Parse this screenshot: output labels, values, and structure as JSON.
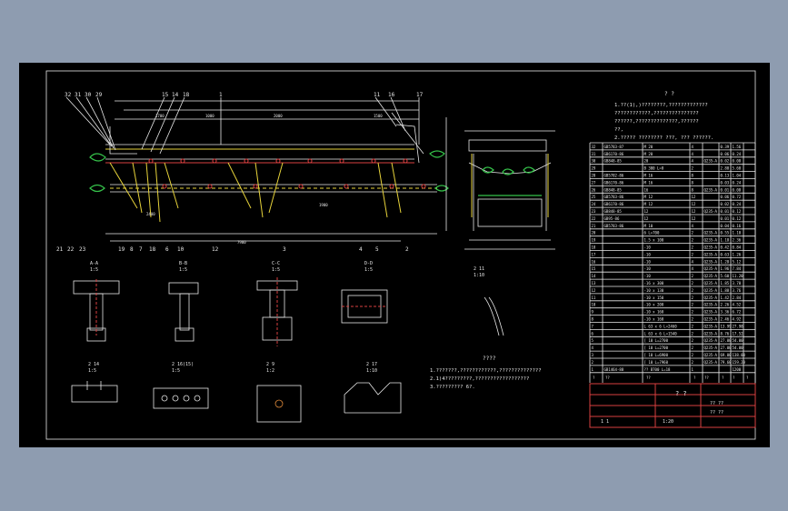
{
  "colors": {
    "background": "#8e9cb0",
    "canvas": "#000000",
    "line": "#e8e8e8",
    "yellow": "#e6d23a",
    "green": "#35c24a",
    "red": "#d94040",
    "cyan": "#38c9d6"
  },
  "balloons_top": [
    "32",
    "31",
    "30",
    "29",
    "15",
    "14",
    "18",
    "1",
    "11",
    "16",
    "17"
  ],
  "balloons_bottom": [
    "21",
    "22",
    "23",
    "19",
    "8",
    "7",
    "18",
    "6",
    "10",
    "12",
    "3",
    "4",
    "5",
    "2"
  ],
  "sections": [
    {
      "id": "sec-aa",
      "title": "A-A",
      "scale": "1:5"
    },
    {
      "id": "sec-bb",
      "title": "B-B",
      "scale": "1:5"
    },
    {
      "id": "sec-cc",
      "title": "C-C",
      "scale": "1:5"
    },
    {
      "id": "sec-dd",
      "title": "D-D",
      "scale": "1:5"
    },
    {
      "id": "det-11",
      "title": "2 11",
      "scale": "1:10"
    },
    {
      "id": "det-14",
      "title": "2 14",
      "scale": "1:5"
    },
    {
      "id": "det-16",
      "title": "2 16(15)",
      "scale": "1:5"
    },
    {
      "id": "det-9",
      "title": "2 9",
      "scale": "1:2"
    },
    {
      "id": "det-17",
      "title": "2 17",
      "scale": "1:10"
    }
  ],
  "notes_top": {
    "title": "? ?",
    "lines": [
      "1.??(1),)????????,?????????????",
      "????????????,???????????????",
      "??????,??????????????,??????",
      "??,",
      "2.?????  ????????  ???,  ???  ??????."
    ]
  },
  "notes_bottom": {
    "title": "????",
    "lines": [
      "1.???????,????????????,??????????????",
      "2.1)4?????????,??????????????????",
      "3.????????? 6?."
    ]
  },
  "dims_top": [
    "1700",
    "1000",
    "2000",
    "1500"
  ],
  "dims_bottom": [
    "7900",
    "2400",
    "1900"
  ],
  "bom_rows": [
    {
      "no": "32",
      "code": "GB5783-87",
      "name": "M 20",
      "qty": "4",
      "mat": "",
      "w": "0.39",
      "tw": "1.56",
      "note": ""
    },
    {
      "no": "31",
      "code": "GB6170-86",
      "name": "M 20",
      "qty": "4",
      "mat": "",
      "w": "0.06",
      "tw": "0.24",
      "note": ""
    },
    {
      "no": "30",
      "code": "GB848-85",
      "name": "20",
      "qty": "4",
      "mat": "Q235-A",
      "w": "0.02",
      "tw": "0.08",
      "note": ""
    },
    {
      "no": "29",
      "code": "",
      "name": "B 300  L=8",
      "qty": "2",
      "mat": "",
      "w": "2.80",
      "tw": "5.60",
      "note": ""
    },
    {
      "no": "28",
      "code": "GB5782-86",
      "name": "M 16",
      "qty": "8",
      "mat": "",
      "w": "0.13",
      "tw": "1.04",
      "note": ""
    },
    {
      "no": "27",
      "code": "GB6170-86",
      "name": "M 16",
      "qty": "8",
      "mat": "",
      "w": "0.03",
      "tw": "0.24",
      "note": ""
    },
    {
      "no": "26",
      "code": "GB848-85",
      "name": "16",
      "qty": "8",
      "mat": "Q235-A",
      "w": "0.01",
      "tw": "0.08",
      "note": ""
    },
    {
      "no": "25",
      "code": "GB5783-86",
      "name": "M 12",
      "qty": "12",
      "mat": "",
      "w": "0.06",
      "tw": "0.72",
      "note": ""
    },
    {
      "no": "24",
      "code": "GB6170-86",
      "name": "M 12",
      "qty": "12",
      "mat": "",
      "w": "0.02",
      "tw": "0.24",
      "note": ""
    },
    {
      "no": "23",
      "code": "GB848-85",
      "name": "12",
      "qty": "12",
      "mat": "Q235-A",
      "w": "0.01",
      "tw": "0.12",
      "note": ""
    },
    {
      "no": "22",
      "code": "GB95-86",
      "name": "12",
      "qty": "12",
      "mat": "",
      "w": "0.01",
      "tw": "0.12",
      "note": ""
    },
    {
      "no": "21",
      "code": "GB5783-86",
      "name": "M 10",
      "qty": "4",
      "mat": "",
      "w": "0.04",
      "tw": "0.16",
      "note": ""
    },
    {
      "no": "20",
      "code": "",
      "name": "6  L=700",
      "qty": "2",
      "mat": "Q235-A",
      "w": "0.55",
      "tw": "1.10",
      "note": ""
    },
    {
      "no": "19",
      "code": "",
      "name": "1.5 x 100",
      "qty": "2",
      "mat": "Q235-A",
      "w": "1.18",
      "tw": "2.36",
      "note": ""
    },
    {
      "no": "18",
      "code": "",
      "name": "-10",
      "qty": "2",
      "mat": "Q235-A",
      "w": "0.42",
      "tw": "0.84",
      "note": ""
    },
    {
      "no": "17",
      "code": "",
      "name": "-10",
      "qty": "2",
      "mat": "Q235-A",
      "w": "0.63",
      "tw": "1.26",
      "note": ""
    },
    {
      "no": "16",
      "code": "",
      "name": "-10",
      "qty": "4",
      "mat": "Q235-A",
      "w": "1.28",
      "tw": "5.12",
      "note": ""
    },
    {
      "no": "15",
      "code": "",
      "name": "-10",
      "qty": "4",
      "mat": "Q235-A",
      "w": "1.96",
      "tw": "7.84",
      "note": ""
    },
    {
      "no": "14",
      "code": "",
      "name": "-10",
      "qty": "2",
      "mat": "Q235-A",
      "w": "5.60",
      "tw": "11.20",
      "note": ""
    },
    {
      "no": "13",
      "code": "",
      "name": "-16 x 300",
      "qty": "2",
      "mat": "Q235-A",
      "w": "1.85",
      "tw": "3.70",
      "note": ""
    },
    {
      "no": "12",
      "code": "",
      "name": "-10 x 130",
      "qty": "2",
      "mat": "Q235-A",
      "w": "1.88",
      "tw": "3.76",
      "note": ""
    },
    {
      "no": "11",
      "code": "",
      "name": "-10 x 150",
      "qty": "2",
      "mat": "Q235-A",
      "w": "1.42",
      "tw": "2.84",
      "note": ""
    },
    {
      "no": "10",
      "code": "",
      "name": "-10 x 200",
      "qty": "2",
      "mat": "Q235-A",
      "w": "2.26",
      "tw": "4.52",
      "note": ""
    },
    {
      "no": "9",
      "code": "",
      "name": "-10 x 160",
      "qty": "2",
      "mat": "Q235-A",
      "w": "3.36",
      "tw": "6.72",
      "note": ""
    },
    {
      "no": "8",
      "code": "",
      "name": "-10 x 160",
      "qty": "2",
      "mat": "Q235-A",
      "w": "2.46",
      "tw": "4.92",
      "note": ""
    },
    {
      "no": "7",
      "code": "",
      "name": "L 63 x 6  L=2460",
      "qty": "2",
      "mat": "Q235-A",
      "w": "13.99",
      "tw": "27.98",
      "note": ""
    },
    {
      "no": "6",
      "code": "",
      "name": "L 63 x 6  L=1540",
      "qty": "2",
      "mat": "Q235-A",
      "w": "8.76",
      "tw": "17.52",
      "note": ""
    },
    {
      "no": "5",
      "code": "",
      "name": "[ 10  L=2700",
      "qty": "2",
      "mat": "Q235-A",
      "w": "27.00",
      "tw": "54.00",
      "note": ""
    },
    {
      "no": "4",
      "code": "",
      "name": "[ 10  L=2700",
      "qty": "2",
      "mat": "Q235-A",
      "w": "27.00",
      "tw": "54.00",
      "note": ""
    },
    {
      "no": "3",
      "code": "",
      "name": "[ 10  L=6900",
      "qty": "2",
      "mat": "Q235-A",
      "w": "69.00",
      "tw": "138.00",
      "note": ""
    },
    {
      "no": "2",
      "code": "",
      "name": "[ 10  L=7960",
      "qty": "2",
      "mat": "Q235-A",
      "w": "79.60",
      "tw": "159.20",
      "note": ""
    },
    {
      "no": "1",
      "code": "GB1464-88",
      "name": "??  B700  L=18",
      "qty": "1",
      "mat": "",
      "w": "",
      "tw": "1200",
      "note": ""
    }
  ],
  "bom_header": {
    "no": "?",
    "code": "??",
    "name": "??",
    "qty": "?",
    "mat": "??",
    "w": "?",
    "tw": "?",
    "note": "?"
  },
  "title_block": {
    "title": "? ?",
    "scale": "1:20",
    "code_a": "?? ??",
    "code_b": "?? ??",
    "sheet": "1 1"
  }
}
